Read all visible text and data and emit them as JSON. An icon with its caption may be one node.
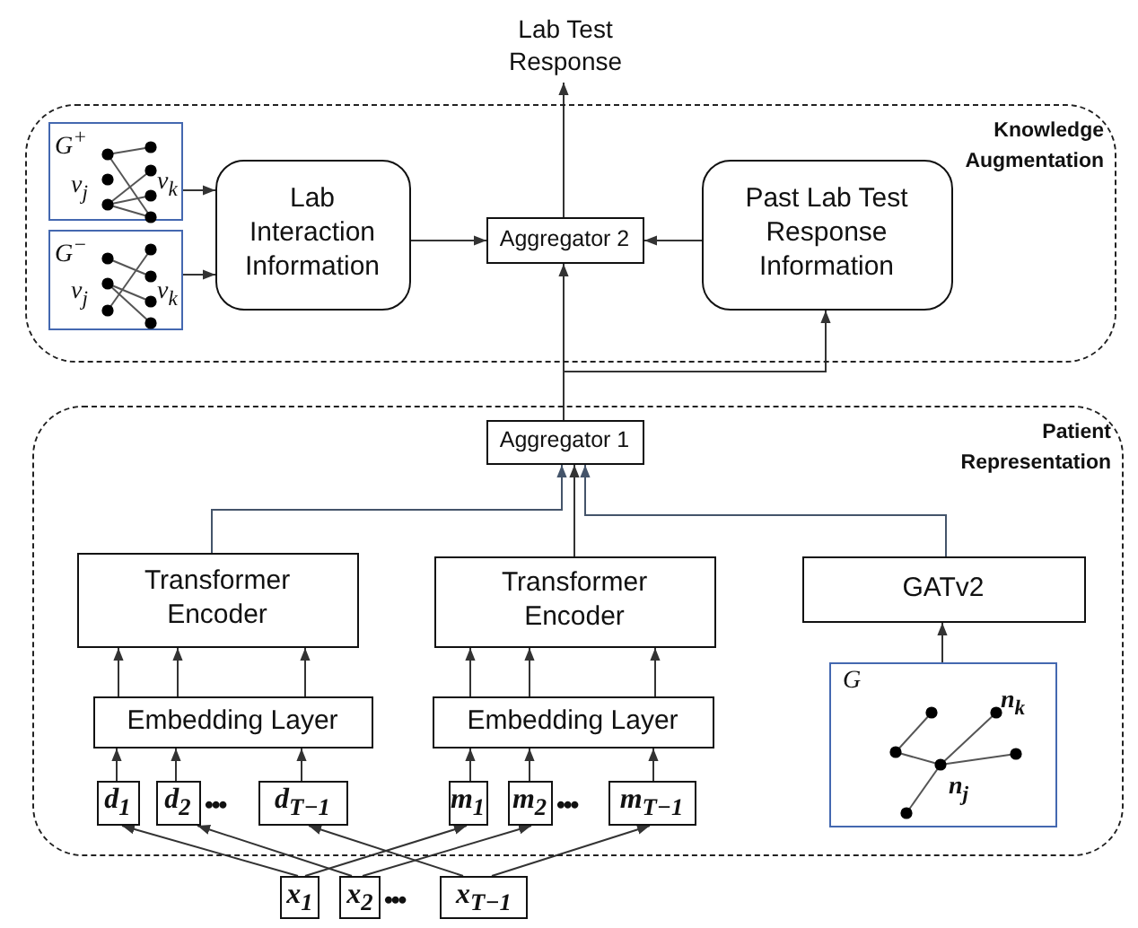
{
  "diagram": {
    "nodes": [
      {
        "text": [
          "Lab Test Response"
        ]
      },
      {
        "text": [
          "Knowledge Augmentation"
        ]
      },
      {
        "text": [
          "G$^{+}$",
          "v$_{j}$",
          "v$_{k}$"
        ],
        "in": 1
      },
      {
        "text": [
          "G$^{−}$",
          "v$_{j}$",
          "v$_{k}$"
        ],
        "in": 1
      },
      {
        "text": [
          "Lab Interaction Information"
        ],
        "in": 1
      },
      {
        "text": [
          "Aggregator 2"
        ],
        "in": 1
      },
      {
        "text": [
          "Past Lab Test Response Information"
        ],
        "in": 1
      },
      {
        "text": [
          "Patient Representation"
        ]
      },
      {
        "text": [
          "Aggregator 1"
        ],
        "in": 7
      },
      {
        "text": [
          "Transformer Encoder"
        ],
        "in": 7
      },
      {
        "text": [
          "Transformer Encoder"
        ],
        "in": 7
      },
      {
        "text": [
          "GATv2"
        ],
        "in": 7
      },
      {
        "text": [
          "Embedding Layer"
        ],
        "in": 7
      },
      {
        "text": [
          "Embedding Layer"
        ],
        "in": 7
      },
      {
        "text": [
          "G",
          "n$_{k}$",
          "n$_{j}$"
        ],
        "in": 7
      },
      {
        "text": [
          "d$_{1}$"
        ],
        "in": 7
      },
      {
        "text": [
          "d$_{2}$"
        ],
        "in": 7
      },
      {
        "text": [
          "d$_{T−1}$"
        ],
        "in": 7
      },
      {
        "text": [
          "m$_{1}$"
        ],
        "in": 7
      },
      {
        "text": [
          "m$_{2}$"
        ],
        "in": 7
      },
      {
        "text": [
          "m$_{T−1}$"
        ],
        "in": 7
      },
      {
        "text": [
          "x$_{1}$"
        ]
      },
      {
        "text": [
          "x$_{2}$"
        ]
      },
      {
        "text": [
          "x$_{T−1}$"
        ]
      }
    ],
    "edges": [
      {
        "from": 5,
        "to": 0,
        "arrow": "to"
      },
      {
        "from": 2,
        "to": 4,
        "arrow": "to"
      },
      {
        "from": 3,
        "to": 4,
        "arrow": "to"
      },
      {
        "from": 4,
        "to": 5,
        "arrow": "to"
      },
      {
        "from": 6,
        "to": 5,
        "arrow": "to"
      },
      {
        "from": 8,
        "to": 5,
        "arrow": "to"
      },
      {
        "from": 8,
        "to": 6,
        "arrow": "to"
      },
      {
        "from": 9,
        "to": 8,
        "arrow": "to",
        "color": "#44546a"
      },
      {
        "from": 10,
        "to": 8,
        "arrow": "to"
      },
      {
        "from": 11,
        "to": 8,
        "arrow": "to",
        "color": "#44546a"
      },
      {
        "from": 12,
        "to": 9,
        "arrow": "to"
      },
      {
        "from": 12,
        "to": 9,
        "arrow": "to"
      },
      {
        "from": 12,
        "to": 9,
        "arrow": "to"
      },
      {
        "from": 13,
        "to": 10,
        "arrow": "to"
      },
      {
        "from": 13,
        "to": 10,
        "arrow": "to"
      },
      {
        "from": 13,
        "to": 10,
        "arrow": "to"
      },
      {
        "from": 15,
        "to": 12,
        "arrow": "to"
      },
      {
        "from": 16,
        "to": 12,
        "arrow": "to"
      },
      {
        "from": 17,
        "to": 12,
        "arrow": "to"
      },
      {
        "from": 18,
        "to": 13,
        "arrow": "to"
      },
      {
        "from": 19,
        "to": 13,
        "arrow": "to"
      },
      {
        "from": 20,
        "to": 13,
        "arrow": "to"
      },
      {
        "from": 14,
        "to": 11,
        "arrow": "to"
      },
      {
        "from": 21,
        "to": 15,
        "arrow": "to"
      },
      {
        "from": 21,
        "to": 18,
        "arrow": "to"
      },
      {
        "from": 22,
        "to": 16,
        "arrow": "to"
      },
      {
        "from": 22,
        "to": 19,
        "arrow": "to"
      },
      {
        "from": 23,
        "to": 17,
        "arrow": "to"
      },
      {
        "from": 23,
        "to": 20,
        "arrow": "to"
      }
    ],
    "labels": [
      "•••",
      "•••",
      "•••"
    ]
  }
}
